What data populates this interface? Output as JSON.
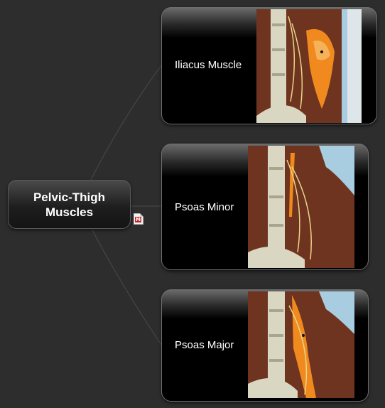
{
  "map": {
    "root": {
      "title": "Pelvic-Thigh Muscles"
    },
    "attachment_icon": "mindmap-file-icon",
    "topics": [
      {
        "label": "Iliacus Muscle",
        "image": "iliacus-anatomy-illustration"
      },
      {
        "label": "Psoas Minor",
        "image": "psoas-minor-anatomy-illustration"
      },
      {
        "label": "Psoas Major",
        "image": "psoas-major-anatomy-illustration"
      }
    ]
  },
  "colors": {
    "background": "#2d2d2d",
    "connector": "#4a4a4a",
    "muscle": "#7a3a22",
    "highlight": "#f08a1e",
    "bone": "#d9d6c2",
    "sky": "#a9cde0"
  }
}
